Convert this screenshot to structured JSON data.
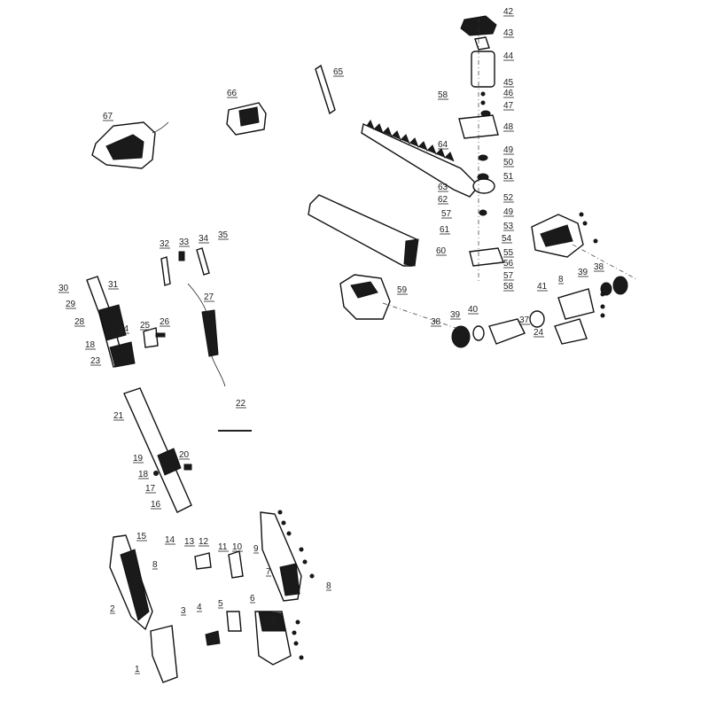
{
  "diagram": {
    "labels": [
      "1",
      "2",
      "3",
      "4",
      "5",
      "6",
      "7",
      "8",
      "8",
      "9",
      "10",
      "11",
      "12",
      "13",
      "14",
      "15",
      "16",
      "17",
      "18",
      "18",
      "19",
      "20",
      "21",
      "22",
      "23",
      "24",
      "24",
      "25",
      "26",
      "27",
      "28",
      "29",
      "30",
      "31",
      "32",
      "33",
      "34",
      "35",
      "37",
      "38",
      "38",
      "39",
      "39",
      "40",
      "41",
      "42",
      "43",
      "44",
      "45",
      "46",
      "47",
      "48",
      "49",
      "49",
      "50",
      "51",
      "52",
      "53",
      "54",
      "55",
      "56",
      "57",
      "57",
      "58",
      "58",
      "59",
      "60",
      "61",
      "62",
      "63",
      "64",
      "65",
      "66",
      "67",
      "8",
      "8"
    ]
  },
  "colors": {
    "ink": "#111111",
    "background": "#ffffff",
    "shade": "#1a1a1a"
  }
}
